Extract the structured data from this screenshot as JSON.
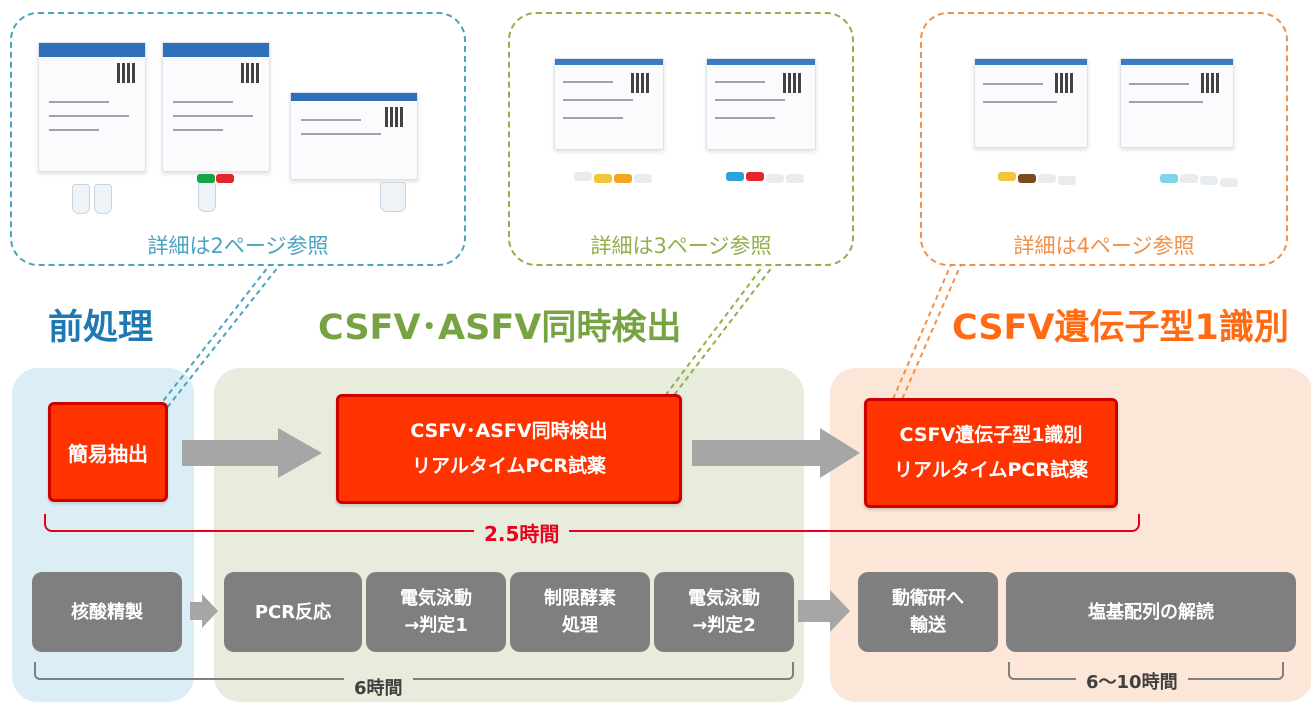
{
  "callouts": [
    {
      "id": "p2",
      "text": "詳細は2ページ参照",
      "color": "#4aa3bf"
    },
    {
      "id": "p3",
      "text": "詳細は3ページ参照",
      "color": "#8fb04a"
    },
    {
      "id": "p4",
      "text": "詳細は4ページ参照",
      "color": "#f0914a"
    }
  ],
  "sections": {
    "pre": {
      "heading": "前処理",
      "color": "#1f78b4"
    },
    "det": {
      "heading": "CSFV･ASFV同時検出",
      "color": "#77a342"
    },
    "geno": {
      "heading": "CSFV遺伝子型1識別",
      "color": "#ff6a13"
    }
  },
  "red_boxes": {
    "extract": {
      "line1": "簡易抽出"
    },
    "detect": {
      "line1": "CSFV･ASFV同時検出",
      "line2": "リアルタイムPCR試薬"
    },
    "geno": {
      "line1": "CSFV遺伝子型1識別",
      "line2": "リアルタイムPCR試薬"
    }
  },
  "new_time": "2.5時間",
  "grey_boxes": {
    "purify": {
      "line1": "核酸精製"
    },
    "pcr": {
      "line1": "PCR反応"
    },
    "elec1": {
      "line1": "電気泳動",
      "line2": "→判定1"
    },
    "digest": {
      "line1": "制限酵素",
      "line2": "処理"
    },
    "elec2": {
      "line1": "電気泳動",
      "line2": "→判定2"
    },
    "ship": {
      "line1": "動衛研へ",
      "line2": "輸送"
    },
    "seq": {
      "line1": "塩基配列の解読"
    }
  },
  "old_time_1": "6時間",
  "old_time_2": "6〜10時間",
  "colors": {
    "red_box": "#ff3300",
    "red_bracket": "#e8001c",
    "grey_box": "#7f7f7f",
    "arrow": "#a6a6a6",
    "bracket_grey": "#7f7f7f"
  }
}
